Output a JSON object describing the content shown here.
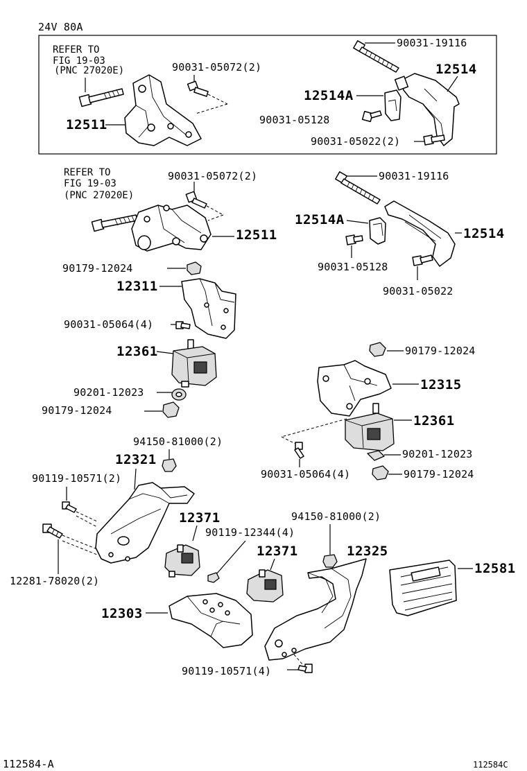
{
  "header": {
    "spec": "24V  80A"
  },
  "footer": {
    "left_code": "112584-A",
    "right_code": "112584C"
  },
  "inset": {
    "refer_line1": "REFER TO",
    "refer_line2": "FIG 19-03",
    "refer_line3": "(PNC 27020E)",
    "p_90031_19116": "90031-19116",
    "p_12514": "12514",
    "p_12514A": "12514A",
    "p_90031_05072": "90031-05072(2)",
    "p_90031_05128": "90031-05128",
    "p_12511": "12511",
    "p_90031_05022": "90031-05022(2)"
  },
  "main": {
    "refer_line1": "REFER TO",
    "refer_line2": "FIG 19-03",
    "refer_line3": "(PNC 27020E)",
    "p_90031_05072": "90031-05072(2)",
    "p_12511": "12511",
    "p_90031_19116": "90031-19116",
    "p_12514A": "12514A",
    "p_12514": "12514",
    "p_90031_05128": "90031-05128",
    "p_90031_05022": "90031-05022",
    "p_90179_12024_a": "90179-12024",
    "p_12311": "12311",
    "p_90031_05064_a": "90031-05064(4)",
    "p_12361_a": "12361",
    "p_90201_12023_a": "90201-12023",
    "p_90179_12024_b": "90179-12024",
    "p_90179_12024_c": "90179-12024",
    "p_12315": "12315",
    "p_12361_b": "12361",
    "p_90201_12023_b": "90201-12023",
    "p_90031_05064_b": "90031-05064(4)",
    "p_90179_12024_d": "90179-12024",
    "p_94150_81000_a": "94150-81000(2)",
    "p_12321": "12321",
    "p_90119_10571_a": "90119-10571(2)",
    "p_12281_78020": "12281-78020(2)",
    "p_12371_a": "12371",
    "p_90119_12344": "90119-12344(4)",
    "p_94150_81000_b": "94150-81000(2)",
    "p_12371_b": "12371",
    "p_12325": "12325",
    "p_12581": "12581",
    "p_12303": "12303",
    "p_90119_10571_b": "90119-10571(4)"
  }
}
